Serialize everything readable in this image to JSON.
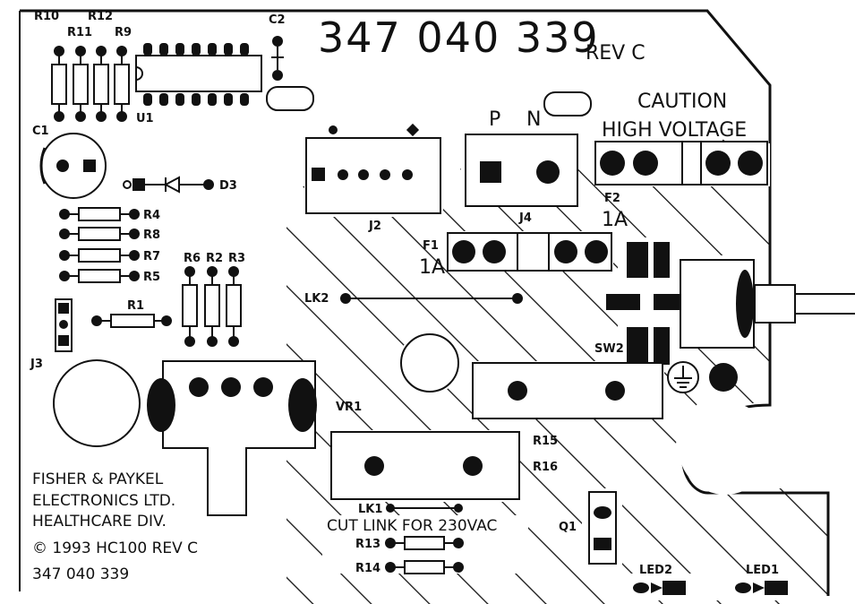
{
  "board": {
    "part_number": "347 040 339",
    "revision": "REV C",
    "caution_line1": "CAUTION",
    "caution_line2": "HIGH VOLTAGE",
    "line_p": "P",
    "line_n": "N",
    "cut_link_note": "CUT LINK FOR 230VAC",
    "maker_block": [
      "FISHER & PAYKEL",
      "ELECTRONICS LTD.",
      "HEALTHCARE DIV.",
      "© 1993  HC100 REV C",
      "347 040 339"
    ],
    "fuse_rating_f1": "1A",
    "fuse_rating_f2": "1A"
  },
  "components": {
    "R10": "R10",
    "R11": "R11",
    "R12": "R12",
    "R9": "R9",
    "U1": "U1",
    "C1": "C1",
    "C2": "C2",
    "D3": "D3",
    "R4": "R4",
    "R8": "R8",
    "R7": "R7",
    "R5": "R5",
    "R6": "R6",
    "R2": "R2",
    "R3": "R3",
    "R1": "R1",
    "J3": "J3",
    "J2": "J2",
    "J4": "J4",
    "F1": "F1",
    "F2": "F2",
    "LK2": "LK2",
    "SW2": "SW2",
    "VR1": "VR1",
    "R15": "R15",
    "R16": "R16",
    "LK1": "LK1",
    "R13": "R13",
    "R14": "R14",
    "Q1": "Q1",
    "LED2": "LED2",
    "LED1": "LED1"
  },
  "colors": {
    "ink": "#111111",
    "paper": "#ffffff"
  }
}
